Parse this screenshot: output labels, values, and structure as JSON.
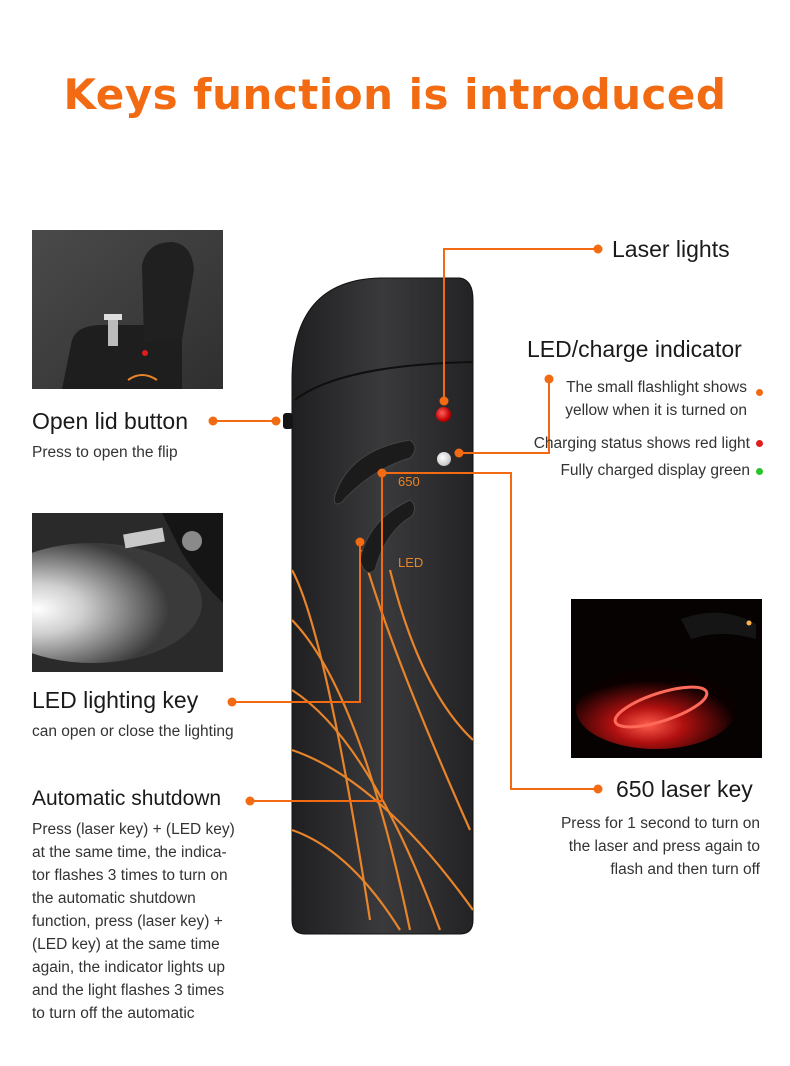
{
  "title": "Keys function is introduced",
  "accent_color": "#f26b12",
  "callouts": {
    "laser_lights": {
      "label": "Laser lights"
    },
    "led_charge": {
      "label": "LED/charge indicator",
      "line1": "The small flashlight shows",
      "line2": "yellow when it is turned on",
      "charging": "Charging status shows red light",
      "charged": "Fully charged display green",
      "dot_colors": {
        "yellow": "#f26b12",
        "red": "#e21b1b",
        "green": "#27c42a"
      }
    },
    "open_lid": {
      "label": "Open lid button",
      "desc": "Press to open the flip"
    },
    "led_key": {
      "label": "LED lighting key",
      "desc": "can open or close the lighting"
    },
    "auto_shutdown": {
      "label": "Automatic shutdown",
      "lines": [
        "Press (laser key) + (LED key)",
        "at the same time, the indica-",
        "tor flashes 3 times to turn on",
        "the automatic shutdown",
        "function, press (laser key) +",
        "(LED key) at the same time",
        "again, the indicator lights up",
        "and the light flashes 3 times",
        "to turn off the automatic"
      ]
    },
    "laser_key": {
      "label": "650 laser key",
      "lines": [
        "Press for 1 second to turn on",
        "the laser and press again to",
        "flash and then turn off"
      ]
    }
  },
  "device": {
    "key_650_label": "650",
    "key_led_label": "LED",
    "body_color": "#2b2b2d",
    "stripe_color": "#e8842a"
  },
  "icons": {
    "laser_led": "red-indicator-icon",
    "white_led": "white-indicator-icon"
  }
}
